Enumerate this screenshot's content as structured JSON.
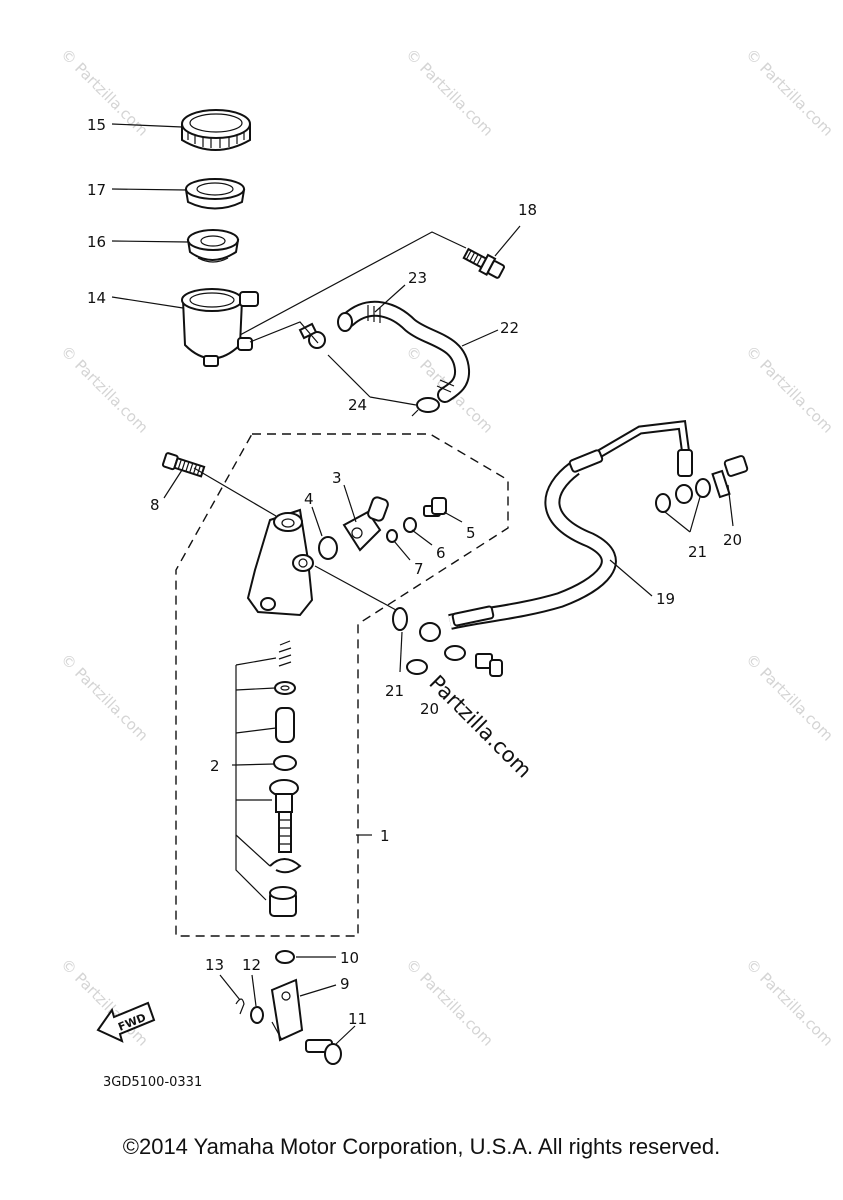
{
  "watermark_text": "© Partzilla.com",
  "watermark_center": "Partzilla.com",
  "drawing_code": "3GD5100-0331",
  "direction_arrow": "FWD",
  "copyright": "©2014 Yamaha Motor Corporation, U.S.A. All rights reserved.",
  "callouts": [
    {
      "id": "1",
      "label": "1"
    },
    {
      "id": "2",
      "label": "2"
    },
    {
      "id": "3",
      "label": "3"
    },
    {
      "id": "4",
      "label": "4"
    },
    {
      "id": "5",
      "label": "5"
    },
    {
      "id": "6",
      "label": "6"
    },
    {
      "id": "7",
      "label": "7"
    },
    {
      "id": "8",
      "label": "8"
    },
    {
      "id": "9",
      "label": "9"
    },
    {
      "id": "10",
      "label": "10"
    },
    {
      "id": "11",
      "label": "11"
    },
    {
      "id": "12",
      "label": "12"
    },
    {
      "id": "13",
      "label": "13"
    },
    {
      "id": "14",
      "label": "14"
    },
    {
      "id": "15",
      "label": "15"
    },
    {
      "id": "16",
      "label": "16"
    },
    {
      "id": "17",
      "label": "17"
    },
    {
      "id": "18",
      "label": "18"
    },
    {
      "id": "19",
      "label": "19"
    },
    {
      "id": "20a",
      "label": "20"
    },
    {
      "id": "20b",
      "label": "20"
    },
    {
      "id": "21a",
      "label": "21"
    },
    {
      "id": "21b",
      "label": "21"
    },
    {
      "id": "22",
      "label": "22"
    },
    {
      "id": "23",
      "label": "23"
    },
    {
      "id": "24",
      "label": "24"
    }
  ]
}
